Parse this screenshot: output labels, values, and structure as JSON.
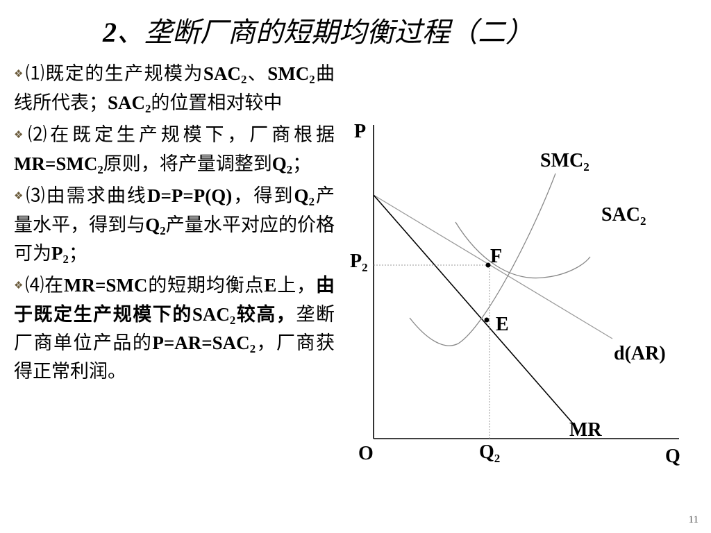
{
  "slide": {
    "title_number": "2",
    "title_sep": "、",
    "title_text": "垄断厂商的短期均衡过程（二）",
    "page_number": "11"
  },
  "points": {
    "p1": {
      "a": "⑴既定的生产规模为",
      "b": "SAC",
      "b_sub": "2",
      "c": "、",
      "d": "SMC",
      "d_sub": "2",
      "e": "曲线所代表；",
      "f": "SAC",
      "f_sub": "2",
      "g": "的位置相对较中"
    },
    "p2": {
      "a": "⑵在既定生产规模下，厂商根据",
      "b": "MR=SMC",
      "b_sub": "2",
      "c": "原则，将产量调整到",
      "d": "Q",
      "d_sub": "2",
      "e": "；"
    },
    "p3": {
      "a": "⑶由需求曲线",
      "b": "D=P=P(Q)",
      "c": "，得到",
      "d": "Q",
      "d_sub": "2",
      "e": "产量水平，得到与",
      "f": "Q",
      "f_sub": "2",
      "g": "产量水平对应的价格可为",
      "h": "P",
      "h_sub": "2",
      "i": "；"
    },
    "p4": {
      "a": "⑷在",
      "b": "MR=SMC",
      "c": "的短期均衡点",
      "d": "E",
      "e": "上，",
      "f": "由于既定生产规模下的",
      "g": "SAC",
      "g_sub": "2",
      "h": "较高，",
      "i": "垄断厂商单位产品的",
      "j": "P=AR=SAC",
      "j_sub": "2",
      "k": "，厂商获得正常利润。"
    }
  },
  "diagram": {
    "axis_p": "P",
    "axis_q": "Q",
    "origin": "O",
    "p2": "P",
    "p2_sub": "2",
    "q2": "Q",
    "q2_sub": "2",
    "smc": "SMC",
    "smc_sub": "2",
    "sac": "SAC",
    "sac_sub": "2",
    "point_f": "F",
    "point_e": "E",
    "demand": "d(AR)",
    "mr": "MR"
  }
}
